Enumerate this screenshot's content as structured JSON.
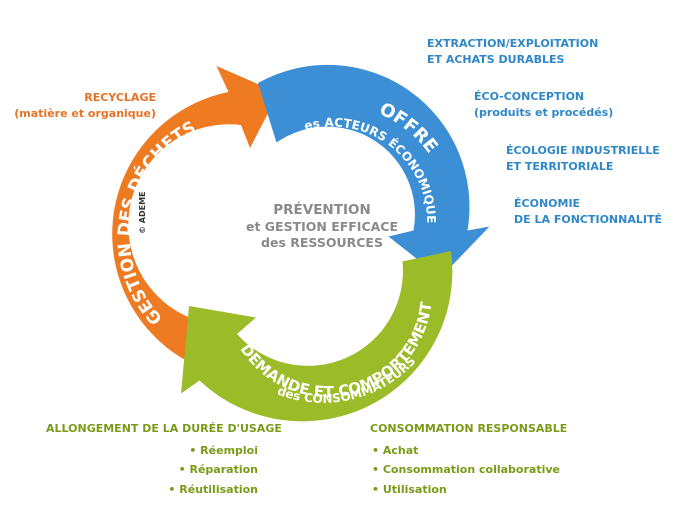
{
  "center": {
    "line1": "PRÉVENTION",
    "line2": "et GESTION EFFICACE",
    "line3": "des RESSOURCES"
  },
  "arcs": {
    "orange": {
      "text": "GESTION DES DÉCHETS",
      "color": "#ee7a22"
    },
    "blue": {
      "line1": "OFFRE",
      "line2": "des ACTEURS ÉCONOMIQUES",
      "color": "#3c8fd4"
    },
    "green": {
      "line1": "DEMANDE ET COMPORTEMENT",
      "line2": "des CONSOMMATEURS",
      "color": "#9bbb28"
    }
  },
  "recycling": {
    "title": "RECYCLAGE",
    "subtitle": "(matière et organique)"
  },
  "supply_labels": [
    {
      "line1": "EXTRACTION/EXPLOITATION",
      "line2": "ET ACHATS DURABLES"
    },
    {
      "line1": "ÉCO-CONCEPTION",
      "line2": "(produits et procédés)"
    },
    {
      "line1": "ÉCOLOGIE INDUSTRIELLE",
      "line2": "ET TERRITORIALE"
    },
    {
      "line1": "ÉCONOMIE",
      "line2": "DE LA FONCTIONNALITÉ"
    }
  ],
  "usage_extension": {
    "title": "ALLONGEMENT DE LA DURÉE D'USAGE",
    "items": [
      "• Réemploi",
      "• Réparation",
      "• Réutilisation"
    ]
  },
  "responsible_consumption": {
    "title": "CONSOMMATION RESPONSABLE",
    "items": [
      "• Achat",
      "• Consommation collaborative",
      "• Utilisation"
    ]
  },
  "credit": "© ADEME"
}
